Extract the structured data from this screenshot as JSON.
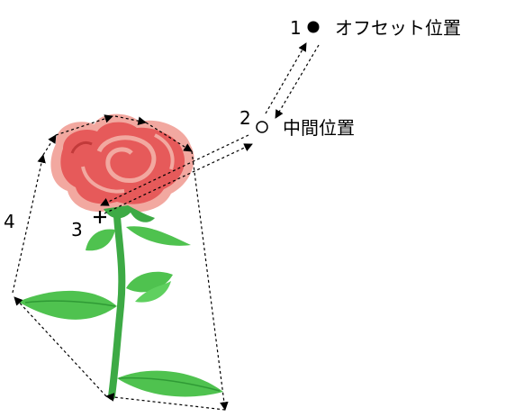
{
  "labels": {
    "point_1": {
      "number": "1",
      "text": "オフセット位置"
    },
    "point_2": {
      "number": "2",
      "text": "中間位置"
    },
    "point_3": {
      "number": "3"
    },
    "point_4": {
      "number": "4"
    }
  },
  "colors": {
    "petal": "#e65a5a",
    "petal_light": "#f2a8a0",
    "petal_dark": "#c23a3a",
    "leaf": "#4fc24f",
    "leaf_dark": "#2f9a35",
    "stem": "#3daa45",
    "line": "#000000"
  },
  "icons": {
    "start_marker": "filled-circle-icon",
    "mid_marker": "hollow-circle-icon",
    "anchor_marker": "cross-icon"
  }
}
